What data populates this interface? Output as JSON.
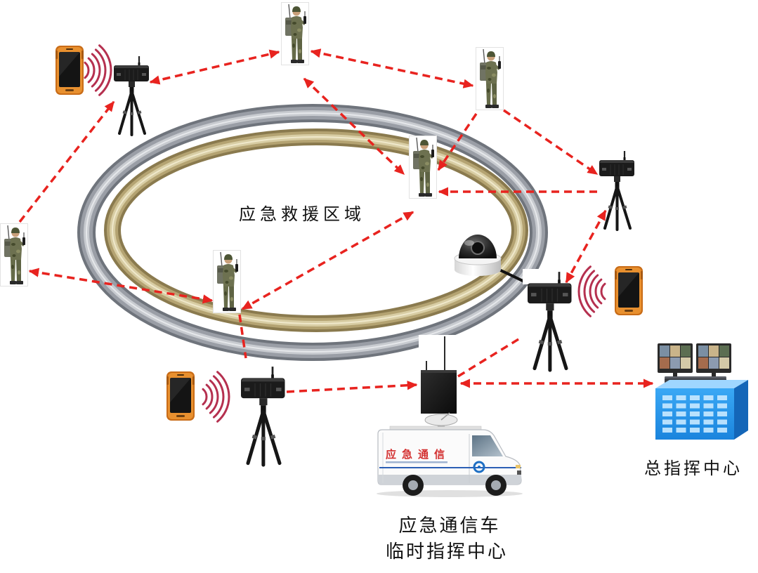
{
  "labels": {
    "rescue_area": "应急救援区域",
    "comm_vehicle_line1": "应急通信车",
    "comm_vehicle_line2": "临时指挥中心",
    "command_center": "总指挥中心",
    "vehicle_side_text": "应急通信"
  },
  "icons": {
    "soldier": "soldier-with-radio-icon",
    "relay": "tripod-relay-node-icon",
    "phone": "rugged-phone-icon",
    "camera": "dome-camera-icon",
    "radio": "radio-base-station-icon",
    "vehicle": "emergency-comm-van-icon",
    "center": "command-center-icon",
    "wave": "wireless-signal-icon"
  },
  "colors": {
    "link": "#e8231f",
    "outer_ring": "#9a9ea6",
    "inner_ring": "#b4a372",
    "building": "#2b95ea",
    "phone": "#e3882a",
    "vehicle_text": "#d32f2f",
    "signal": "#b5304f"
  }
}
